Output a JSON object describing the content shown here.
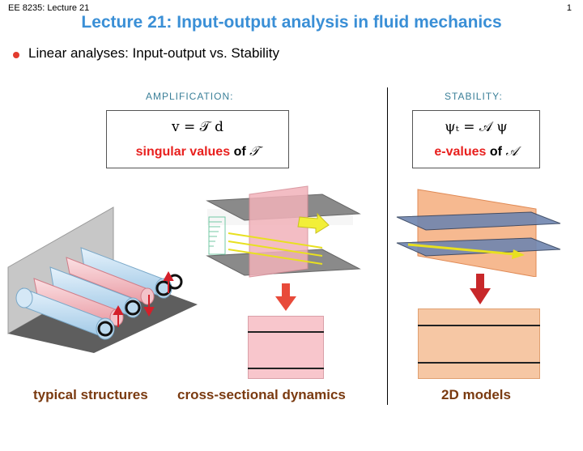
{
  "header": {
    "course": "EE 8235: Lecture 21",
    "page_number": "1"
  },
  "title": "Lecture 21: Input-output analysis in fluid mechanics",
  "bullet": {
    "text": "Linear analyses: Input-output vs. Stability"
  },
  "amplification": {
    "label": "AMPLIFICATION:",
    "equation": "v  =  𝒯 d",
    "caption_red": "singular values",
    "caption_of": "of",
    "caption_symbol": "𝒯"
  },
  "stability": {
    "label": "STABILITY:",
    "equation": "ψₜ  =  𝒜 ψ",
    "caption_red": "e-values",
    "caption_of": "of",
    "caption_symbol": "𝒜"
  },
  "captions": {
    "typical_structures": "typical structures",
    "cross_sectional": "cross-sectional dynamics",
    "models_2d": "2D models"
  },
  "colors": {
    "title_blue": "#3a8fd6",
    "bullet_red": "#e23b2e",
    "label_teal": "#3a7f98",
    "highlight_red": "#e8201e",
    "caption_brown": "#7a3a10",
    "pink": "#f7c3c8",
    "orange": "#f5b48a",
    "slate": "#6f86b0"
  }
}
